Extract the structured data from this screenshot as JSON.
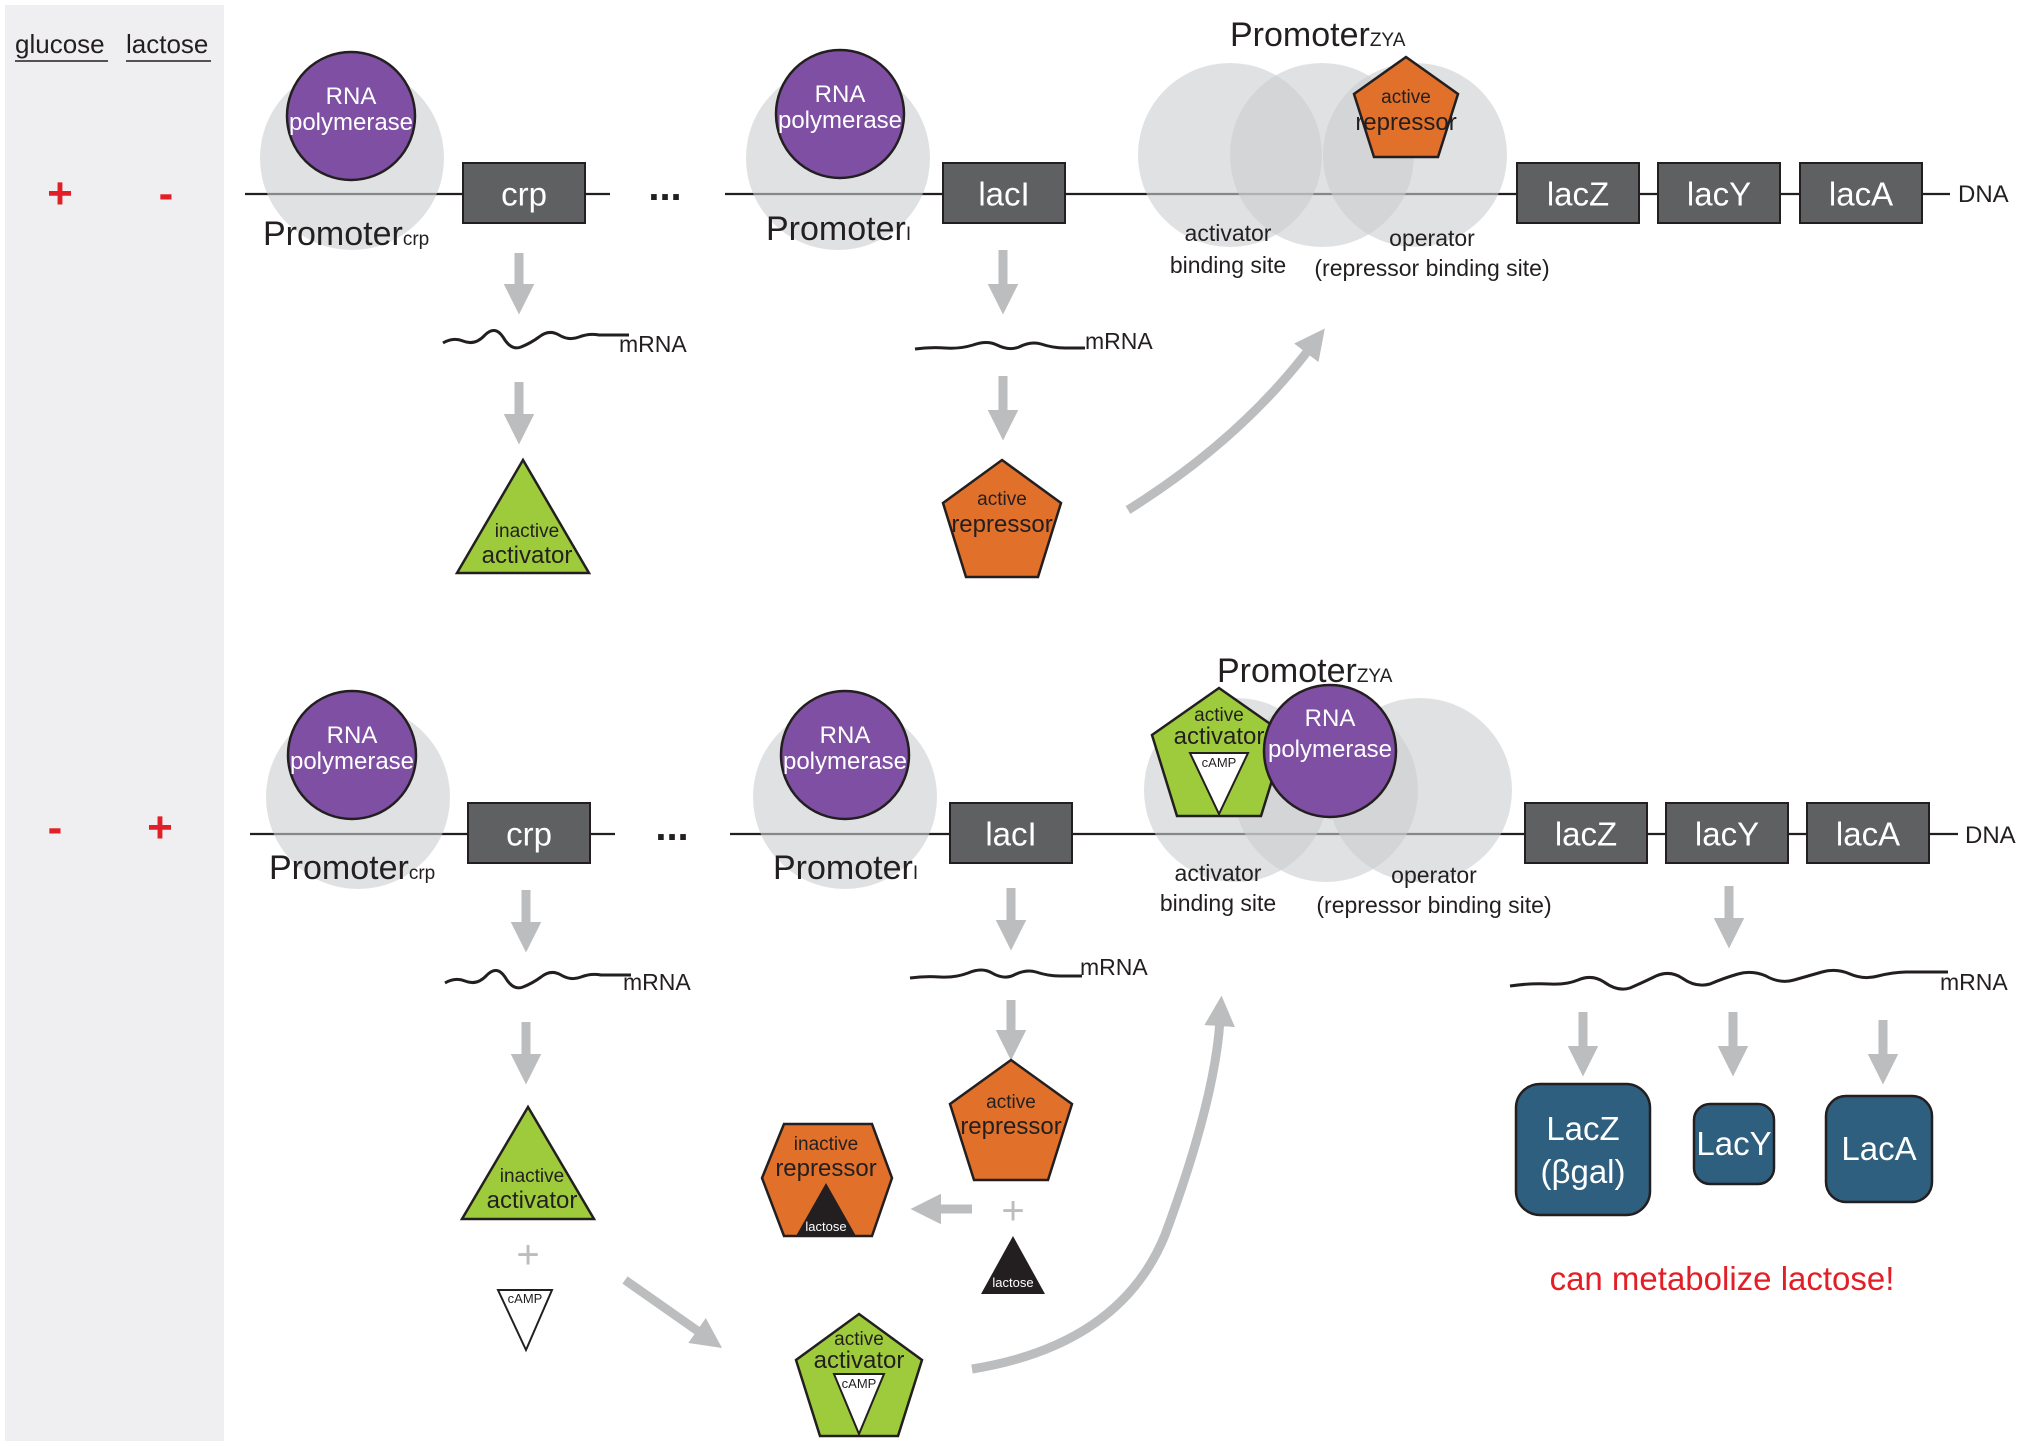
{
  "sidebar": {
    "glucose_header": "glucose",
    "lactose_header": "lactose",
    "rows": [
      {
        "glucose": "+",
        "lactose": "-"
      },
      {
        "glucose": "-",
        "lactose": "+"
      }
    ]
  },
  "labels": {
    "rna_polymerase_line1": "RNA",
    "rna_polymerase_line2": "polymerase",
    "promoter": "Promoter",
    "promoter_crp_sub": "crp",
    "promoter_i_sub": "I",
    "promoter_zya_sub": "ZYA",
    "ellipsis": "...",
    "gene_crp": "crp",
    "gene_laci": "lacI",
    "gene_lacz": "lacZ",
    "gene_lacy": "lacY",
    "gene_laca": "lacA",
    "dna": "DNA",
    "mrna": "mRNA",
    "activator_site_line1": "activator",
    "activator_site_line2": "binding site",
    "operator_line1": "operator",
    "operator_line2": "(repressor binding site)",
    "active": "active",
    "inactive": "inactive",
    "repressor": "repressor",
    "activator": "activator",
    "camp": "cAMP",
    "lactose": "lactose",
    "plus": "+"
  },
  "proteins": {
    "lacz_line1": "LacZ",
    "lacz_line2": "(βgal)",
    "lacy": "LacY",
    "laca": "LacA"
  },
  "result": "can metabolize lactose!",
  "colors": {
    "rna_polymerase": "#7e4fa3",
    "repressor": "#e0702a",
    "activator": "#9ecb3b",
    "gene": "#5e6062",
    "protein": "#2e5f7e",
    "arrow": "#bbbdbf",
    "sign": "#e21f26"
  }
}
